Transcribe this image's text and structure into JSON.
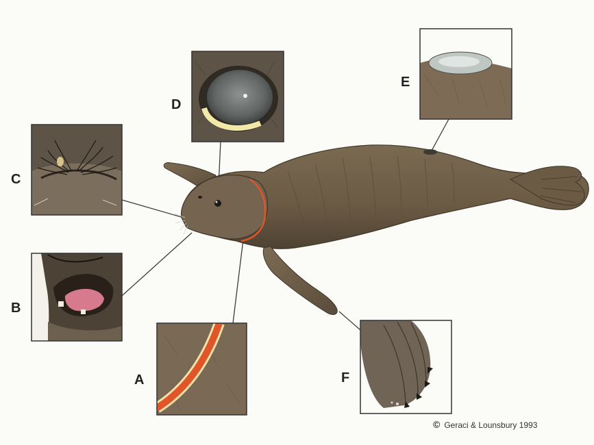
{
  "labels": {
    "a": "A",
    "b": "B",
    "c": "C",
    "d": "D",
    "e": "E",
    "f": "F"
  },
  "credit": {
    "symbol": "©",
    "text": "Geraci & Lounsbury 1993"
  },
  "colors": {
    "seal_body": "#6e5e48",
    "seal_shadow": "#4f4333",
    "neck_wound": "#e0552a",
    "mouth": "#d77a8e",
    "eye_gray": "#6f7472",
    "background": "#fbfbf8"
  }
}
